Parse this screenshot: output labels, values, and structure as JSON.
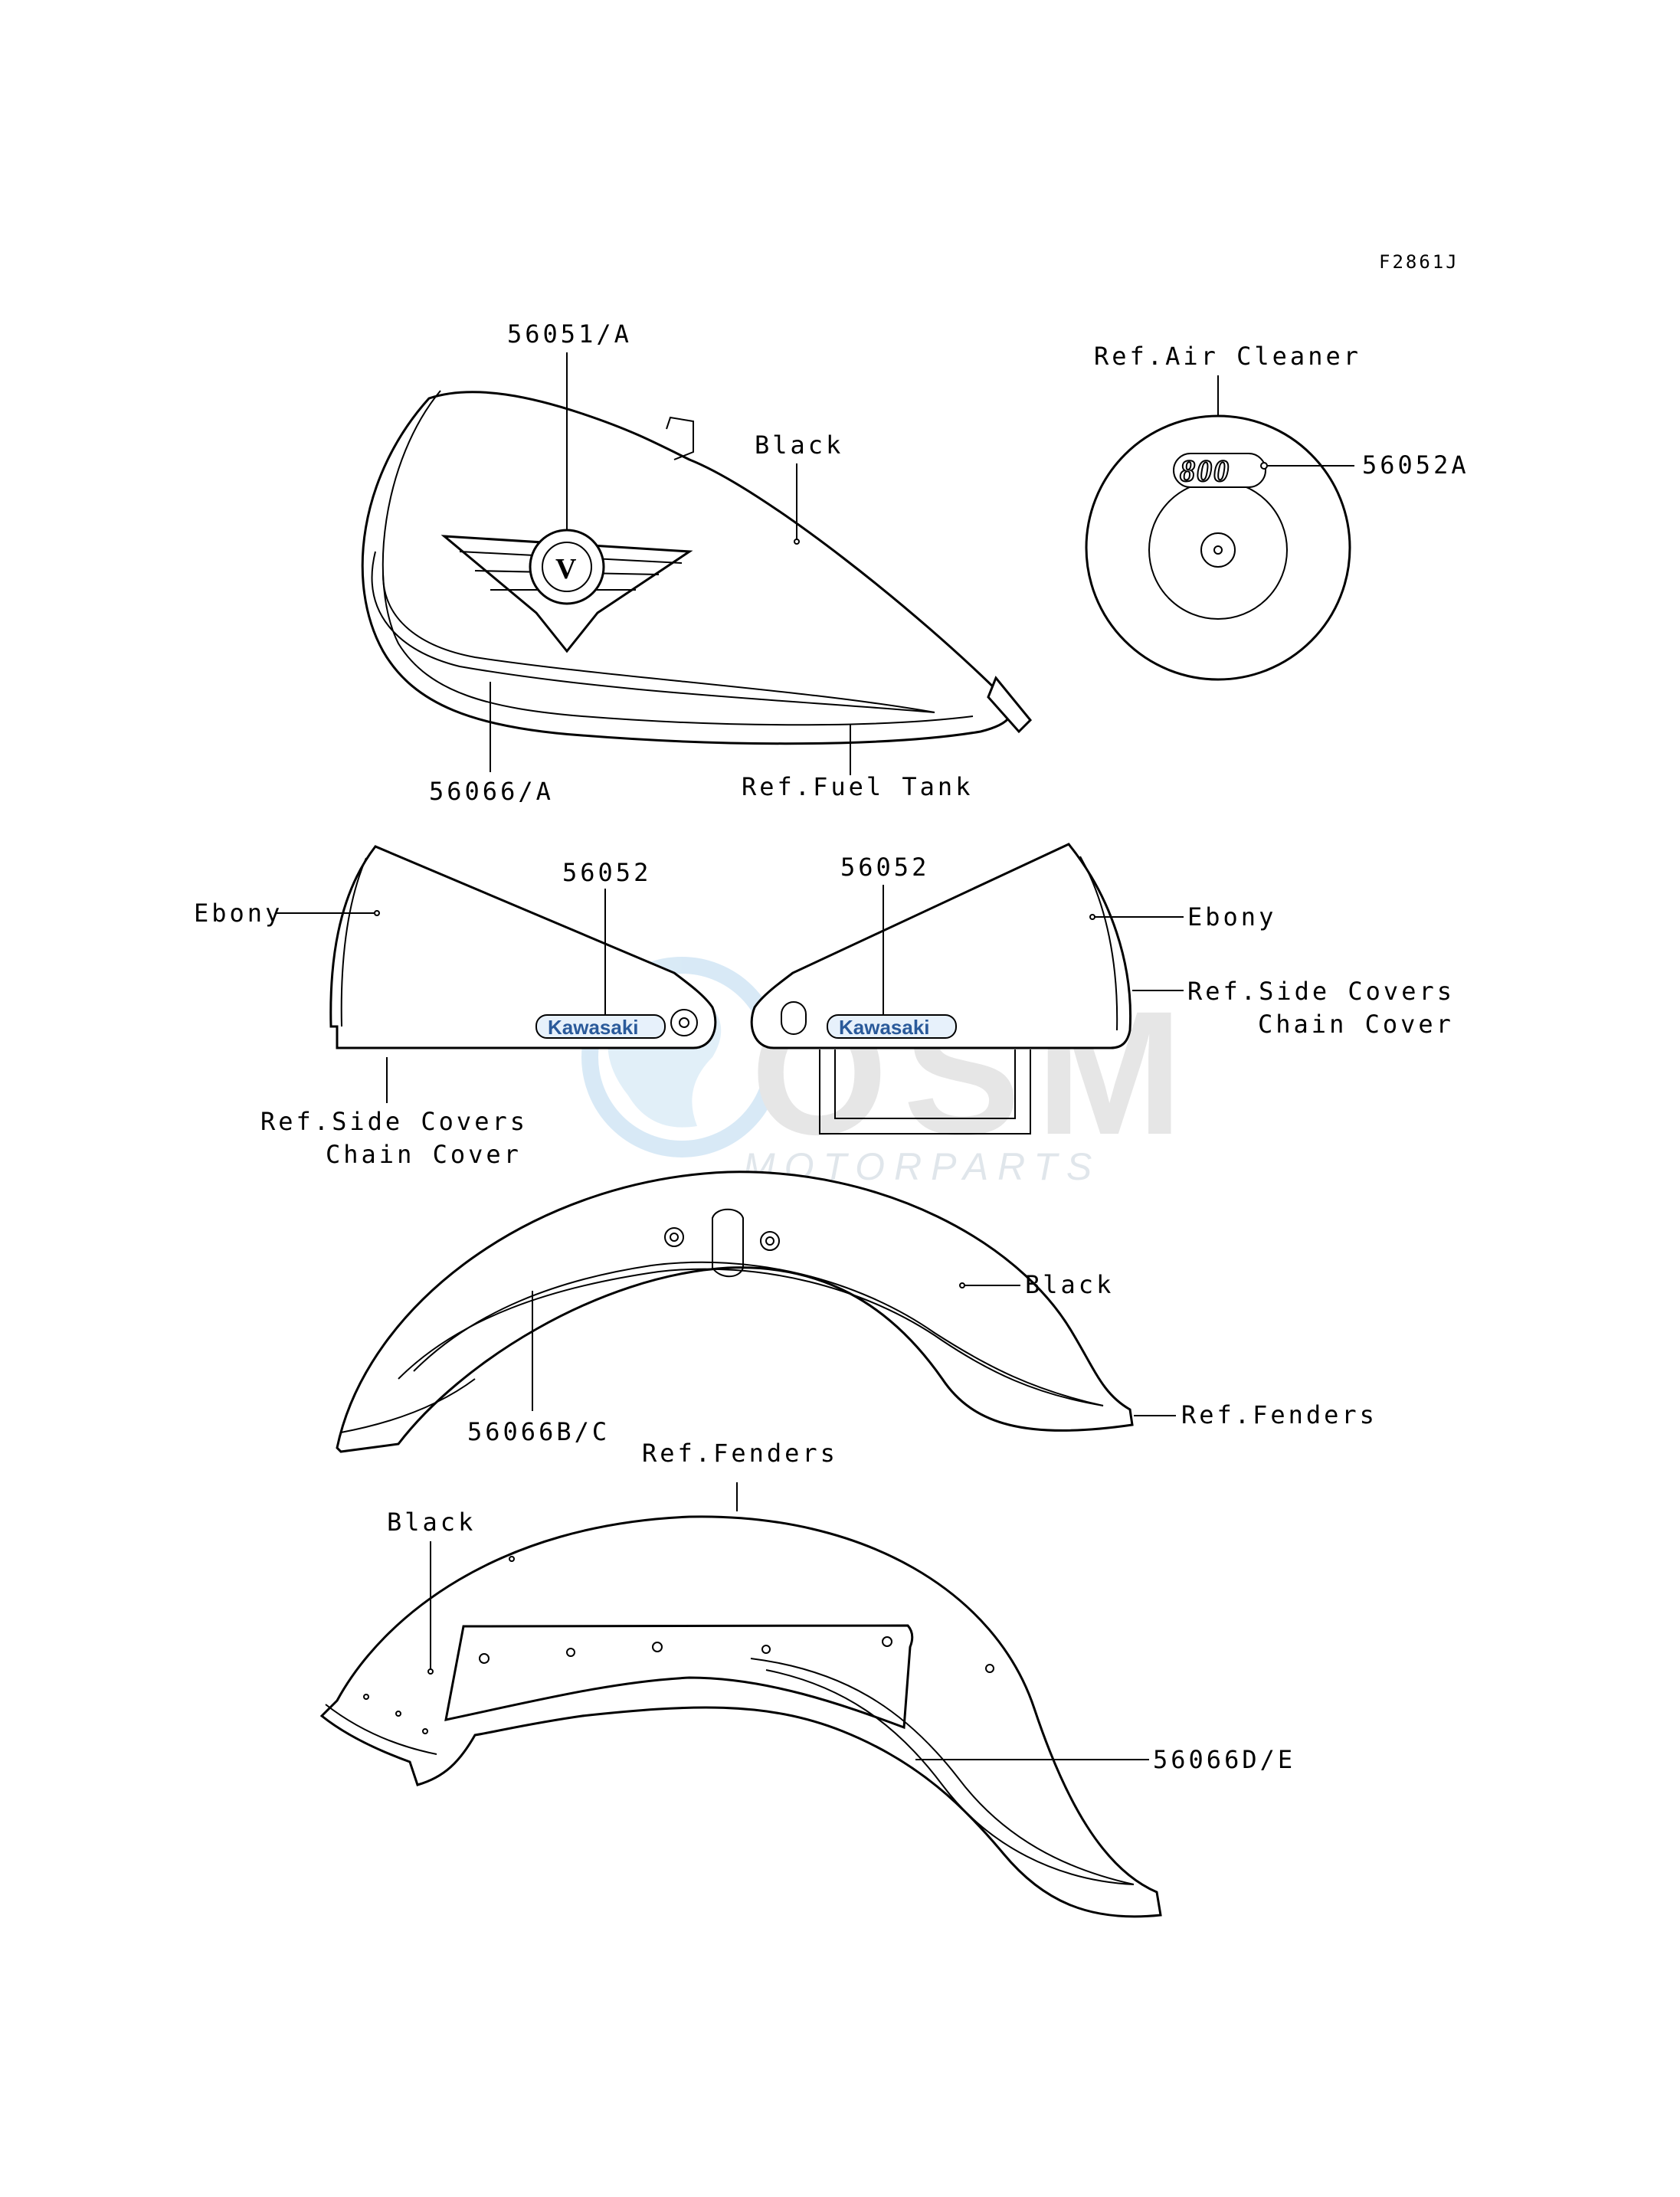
{
  "figure_code": "F2861J",
  "labels": {
    "tank_emblem": "56051/A",
    "tank_color": "Black",
    "tank_stripe": "56066/A",
    "ref_fuel_tank": "Ref.Fuel Tank",
    "ref_air_cleaner": "Ref.Air Cleaner",
    "air_cleaner_decal": "56052A",
    "left_cover_part": "56052",
    "right_cover_part": "56052",
    "left_cover_color": "Ebony",
    "right_cover_color": "Ebony",
    "ref_side_covers_right_line1": "Ref.Side Covers",
    "ref_side_covers_right_line2": "Chain Cover",
    "ref_side_covers_left_line1": "Ref.Side Covers",
    "ref_side_covers_left_line2": "Chain Cover",
    "front_fender_color": "Black",
    "front_fender_stripe": "56066B/C",
    "ref_front_fender": "Ref.Fenders",
    "ref_rear_fender": "Ref.Fenders",
    "rear_fender_color": "Black",
    "rear_fender_stripe": "56066D/E"
  },
  "decal_text": {
    "side_cover_brand_left": "Kawasaki",
    "side_cover_brand_right": "Kawasaki",
    "air_cleaner_badge": "800"
  },
  "watermark": {
    "brand": "OSM",
    "tagline": "MOTORPARTS"
  }
}
